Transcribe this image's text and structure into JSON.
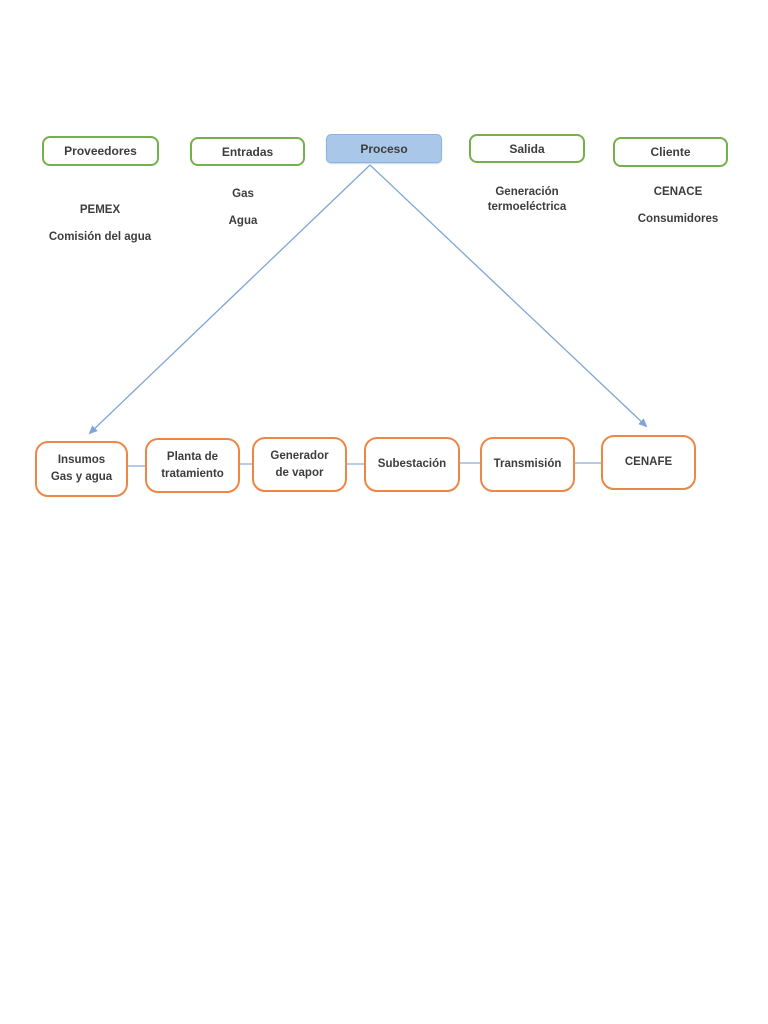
{
  "colors": {
    "page_bg": "#ffffff",
    "green_border": "#74b04c",
    "orange_border": "#ed8747",
    "process_fill": "#a9c7e8",
    "process_border": "#8cb3dc",
    "arrow_blue": "#7ea6d8",
    "connector_blue": "#9dbcdc",
    "text": "#3d3d3d"
  },
  "sipoc": {
    "headers": [
      {
        "id": "proveedores",
        "label": "Proveedores",
        "variant": "green"
      },
      {
        "id": "entradas",
        "label": "Entradas",
        "variant": "green"
      },
      {
        "id": "proceso",
        "label": "Proceso",
        "variant": "blue"
      },
      {
        "id": "salida",
        "label": "Salida",
        "variant": "green"
      },
      {
        "id": "cliente",
        "label": "Cliente",
        "variant": "green"
      }
    ],
    "proveedores_items": [
      "PEMEX",
      "Comisión del agua"
    ],
    "entradas_items": [
      "Gas",
      "Agua"
    ],
    "salida_items": [
      "Generación termoeléctrica"
    ],
    "cliente_items": [
      "CENACE",
      "Consumidores"
    ]
  },
  "process_flow": [
    {
      "label": "Insumos\nGas y agua"
    },
    {
      "label": "Planta de\ntratamiento"
    },
    {
      "label": "Generador\nde vapor"
    },
    {
      "label": "Subestación"
    },
    {
      "label": "Transmisión"
    },
    {
      "label": "CENAFE"
    }
  ]
}
